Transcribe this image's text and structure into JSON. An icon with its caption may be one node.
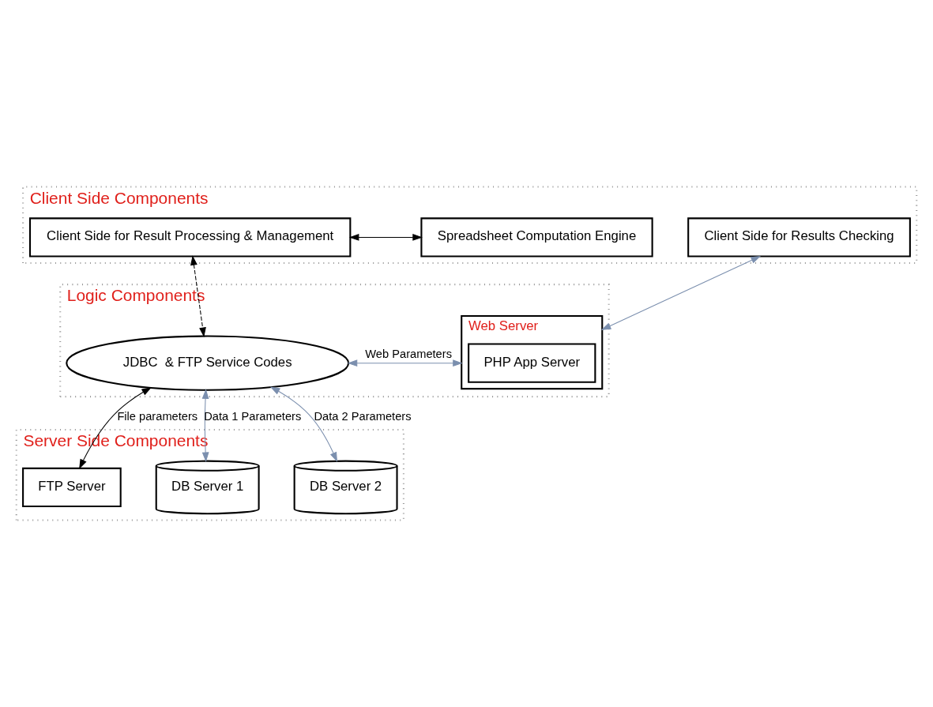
{
  "diagram": {
    "nodes": [
      {
        "text": [
          "Client Side Components"
        ]
      },
      {
        "text": [
          "Client Side for Result Processing & Management"
        ],
        "in": 0
      },
      {
        "text": [
          "Spreadsheet Computation Engine"
        ],
        "in": 0
      },
      {
        "text": [
          "Client Side for Results Checking"
        ],
        "in": 0
      },
      {
        "text": [
          "Logic Components"
        ]
      },
      {
        "text": [
          "JDBC  & FTP Service Codes"
        ],
        "in": 4
      },
      {
        "text": [
          "Web Server"
        ],
        "in": 4
      },
      {
        "text": [
          "PHP App Server"
        ],
        "in": 6
      },
      {
        "text": [
          "Server Side Components"
        ]
      },
      {
        "text": [
          "FTP Server"
        ],
        "in": 8
      },
      {
        "text": [
          "DB Server 1"
        ],
        "in": 8
      },
      {
        "text": [
          "DB Server 2"
        ],
        "in": 8
      }
    ],
    "edges": [
      {
        "from": 1,
        "to": 2,
        "arrow": "both",
        "color": "#000000"
      },
      {
        "from": 1,
        "to": 5,
        "arrow": "both",
        "style": "dashed",
        "color": "#000000"
      },
      {
        "from": 3,
        "to": 6,
        "arrow": "both",
        "color": "#7b8fae"
      },
      {
        "from": 5,
        "to": 6,
        "arrow": "both",
        "label": "Web Parameters",
        "color": "#7b8fae"
      },
      {
        "from": 5,
        "to": 10,
        "arrow": "both",
        "label": "Data 1 Parameters",
        "color": "#7b8fae"
      },
      {
        "from": 5,
        "to": 11,
        "arrow": "both",
        "label": "Data 2 Parameters",
        "color": "#7b8fae"
      },
      {
        "from": 5,
        "to": 9,
        "arrow": "both",
        "label": "File parameters",
        "color": "#000000"
      }
    ]
  }
}
